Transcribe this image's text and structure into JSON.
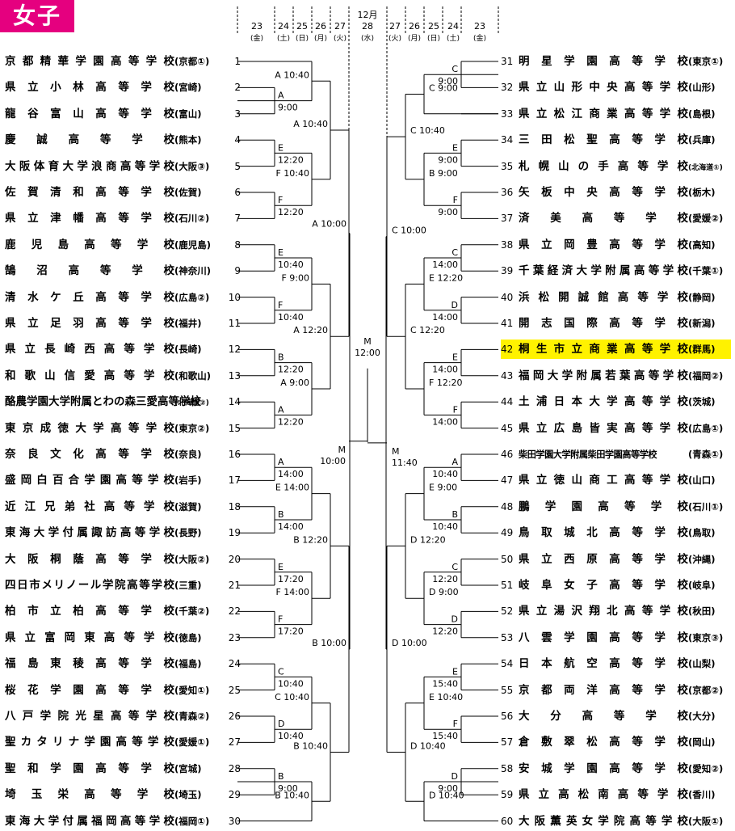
{
  "badge": "女子",
  "month_label": "12月",
  "dates": [
    {
      "d": "23",
      "w": "(金)"
    },
    {
      "d": "24",
      "w": "(土)"
    },
    {
      "d": "25",
      "w": "(日)"
    },
    {
      "d": "26",
      "w": "(月)"
    },
    {
      "d": "27",
      "w": "(火)"
    },
    {
      "d": "28",
      "w": "(水)"
    },
    {
      "d": "27",
      "w": "(火)"
    },
    {
      "d": "26",
      "w": "(月)"
    },
    {
      "d": "25",
      "w": "(日)"
    },
    {
      "d": "24",
      "w": "(土)"
    },
    {
      "d": "23",
      "w": "(金)"
    }
  ],
  "left_teams": [
    {
      "num": "1",
      "name": "京都精華学園高等学校",
      "pref": "(京都①)"
    },
    {
      "num": "2",
      "name": "県立小林高等学校",
      "pref": "(宮崎)"
    },
    {
      "num": "3",
      "name": "龍谷富山高等学校",
      "pref": "(富山)"
    },
    {
      "num": "4",
      "name": "慶誠高等学校",
      "pref": "(熊本)"
    },
    {
      "num": "5",
      "name": "大阪体育大学浪商高等学校",
      "pref": "(大阪③)"
    },
    {
      "num": "6",
      "name": "佐賀清和高等学校",
      "pref": "(佐賀)"
    },
    {
      "num": "7",
      "name": "県立津幡高等学校",
      "pref": "(石川②)"
    },
    {
      "num": "8",
      "name": "鹿児島高等学校",
      "pref": "(鹿児島)"
    },
    {
      "num": "9",
      "name": "鵠沼高等学校",
      "pref": "(神奈川)"
    },
    {
      "num": "10",
      "name": "清水ケ丘高等学校",
      "pref": "(広島②)"
    },
    {
      "num": "11",
      "name": "県立足羽高等学校",
      "pref": "(福井)"
    },
    {
      "num": "12",
      "name": "県立長崎西高等学校",
      "pref": "(長崎)"
    },
    {
      "num": "13",
      "name": "和歌山信愛高等学校",
      "pref": "(和歌山)"
    },
    {
      "num": "14",
      "name": "酪農学園大学附属とわの森三愛高等学校",
      "pref": "(北海道②)"
    },
    {
      "num": "15",
      "name": "東京成徳大学高等学校",
      "pref": "(東京②)"
    },
    {
      "num": "16",
      "name": "奈良文化高等学校",
      "pref": "(奈良)"
    },
    {
      "num": "17",
      "name": "盛岡白百合学園高等学校",
      "pref": "(岩手)"
    },
    {
      "num": "18",
      "name": "近江兄弟社高等学校",
      "pref": "(滋賀)"
    },
    {
      "num": "19",
      "name": "東海大学付属諏訪高等学校",
      "pref": "(長野)"
    },
    {
      "num": "20",
      "name": "大阪桐蔭高等学校",
      "pref": "(大阪②)"
    },
    {
      "num": "21",
      "name": "四日市メリノール学院高等学校",
      "pref": "(三重)"
    },
    {
      "num": "22",
      "name": "柏市立柏高等学校",
      "pref": "(千葉②)"
    },
    {
      "num": "23",
      "name": "県立富岡東高等学校",
      "pref": "(徳島)"
    },
    {
      "num": "24",
      "name": "福島東稜高等学校",
      "pref": "(福島)"
    },
    {
      "num": "25",
      "name": "桜花学園高等学校",
      "pref": "(愛知①)"
    },
    {
      "num": "26",
      "name": "八戸学院光星高等学校",
      "pref": "(青森②)"
    },
    {
      "num": "27",
      "name": "聖カタリナ学園高等学校",
      "pref": "(愛媛①)"
    },
    {
      "num": "28",
      "name": "聖和学園高等学校",
      "pref": "(宮城)"
    },
    {
      "num": "29",
      "name": "埼玉栄高等学校",
      "pref": "(埼玉)"
    },
    {
      "num": "30",
      "name": "東海大学付属福岡高等学校",
      "pref": "(福岡①)"
    }
  ],
  "right_teams": [
    {
      "num": "31",
      "name": "明星学園高等学校",
      "pref": "(東京①)"
    },
    {
      "num": "32",
      "name": "県立山形中央高等学校",
      "pref": "(山形)"
    },
    {
      "num": "33",
      "name": "県立松江商業高等学校",
      "pref": "(島根)"
    },
    {
      "num": "34",
      "name": "三田松聖高等学校",
      "pref": "(兵庫)"
    },
    {
      "num": "35",
      "name": "札幌山の手高等学校",
      "pref": "(北海道①)"
    },
    {
      "num": "36",
      "name": "矢板中央高等学校",
      "pref": "(栃木)"
    },
    {
      "num": "37",
      "name": "済美高等学校",
      "pref": "(愛媛②)"
    },
    {
      "num": "38",
      "name": "県立岡豊高等学校",
      "pref": "(高知)"
    },
    {
      "num": "39",
      "name": "千葉経済大学附属高等学校",
      "pref": "(千葉①)"
    },
    {
      "num": "40",
      "name": "浜松開誠館高等学校",
      "pref": "(静岡)"
    },
    {
      "num": "41",
      "name": "開志国際高等学校",
      "pref": "(新潟)"
    },
    {
      "num": "42",
      "name": "桐生市立商業高等学校",
      "pref": "(群馬)"
    },
    {
      "num": "43",
      "name": "福岡大学附属若葉高等学校",
      "pref": "(福岡②)"
    },
    {
      "num": "44",
      "name": "土浦日本大学高等学校",
      "pref": "(茨城)"
    },
    {
      "num": "45",
      "name": "県立広島皆実高等学校",
      "pref": "(広島①)"
    },
    {
      "num": "46",
      "name": "柴田学園大学附属柴田学園高等学校",
      "pref": "(青森①)"
    },
    {
      "num": "47",
      "name": "県立徳山商工高等学校",
      "pref": "(山口)"
    },
    {
      "num": "48",
      "name": "鵬学園高等学校",
      "pref": "(石川①)"
    },
    {
      "num": "49",
      "name": "鳥取城北高等学校",
      "pref": "(鳥取)"
    },
    {
      "num": "50",
      "name": "県立西原高等学校",
      "pref": "(沖縄)"
    },
    {
      "num": "51",
      "name": "岐阜女子高等学校",
      "pref": "(岐阜)"
    },
    {
      "num": "52",
      "name": "県立湯沢翔北高等学校",
      "pref": "(秋田)"
    },
    {
      "num": "53",
      "name": "八雲学園高等学校",
      "pref": "(東京③)"
    },
    {
      "num": "54",
      "name": "日本航空高等学校",
      "pref": "(山梨)"
    },
    {
      "num": "55",
      "name": "京都両洋高等学校",
      "pref": "(京都②)"
    },
    {
      "num": "56",
      "name": "大分高等学校",
      "pref": "(大分)"
    },
    {
      "num": "57",
      "name": "倉敷翠松高等学校",
      "pref": "(岡山)"
    },
    {
      "num": "58",
      "name": "安城学園高等学校",
      "pref": "(愛知②)"
    },
    {
      "num": "59",
      "name": "県立高松南高等学校",
      "pref": "(香川)"
    },
    {
      "num": "60",
      "name": "大阪薫英女学院高等学校",
      "pref": "(大阪①)"
    }
  ],
  "highlight_team": "42",
  "left_r1": [
    {
      "court": "A",
      "time": "9:00"
    },
    {
      "court": "E",
      "time": "12:20"
    },
    {
      "court": "F",
      "time": "12:20"
    },
    {
      "court": "E",
      "time": "10:40"
    },
    {
      "court": "F",
      "time": "10:40"
    },
    {
      "court": "B",
      "time": "12:20"
    },
    {
      "court": "A",
      "time": "12:20"
    },
    {
      "court": "A",
      "time": "14:00"
    },
    {
      "court": "B",
      "time": "14:00"
    },
    {
      "court": "E",
      "time": "17:20"
    },
    {
      "court": "F",
      "time": "17:20"
    },
    {
      "court": "C",
      "time": "10:40"
    },
    {
      "court": "D",
      "time": "10:40"
    },
    {
      "court": "B",
      "time": "9:00"
    }
  ],
  "left_r2": [
    {
      "court": "A",
      "time": "10:40"
    },
    {
      "court": "F",
      "time": "10:40"
    },
    {
      "court": "F",
      "time": "9:00"
    },
    {
      "court": "A",
      "time": "9:00"
    },
    {
      "court": "E",
      "time": "14:00"
    },
    {
      "court": "F",
      "time": "14:00"
    },
    {
      "court": "C",
      "time": "10:40"
    },
    {
      "court": "B",
      "time": "10:40"
    }
  ],
  "left_r3": [
    {
      "court": "A",
      "time": "10:40"
    },
    {
      "court": "A",
      "time": "12:20"
    },
    {
      "court": "B",
      "time": "12:20"
    },
    {
      "court": "B",
      "time": "10:40"
    }
  ],
  "left_r4": [
    {
      "court": "A",
      "time": "10:00"
    },
    {
      "court": "B",
      "time": "10:00"
    }
  ],
  "left_semi": {
    "court": "M",
    "time": "10:00"
  },
  "final": {
    "court": "M",
    "time": "12:00"
  },
  "right_semi": {
    "court": "M",
    "time": "11:40"
  },
  "right_r4": [
    {
      "court": "C",
      "time": "10:00"
    },
    {
      "court": "D",
      "time": "10:00"
    }
  ],
  "right_r3": [
    {
      "court": "C",
      "time": "10:40"
    },
    {
      "court": "C",
      "time": "12:20"
    },
    {
      "court": "D",
      "time": "12:20"
    },
    {
      "court": "D",
      "time": "10:40"
    }
  ],
  "right_r2": [
    {
      "court": "C",
      "time": "9:00"
    },
    {
      "court": "B",
      "time": "9:00"
    },
    {
      "court": "E",
      "time": "12:20"
    },
    {
      "court": "F",
      "time": "12:20"
    },
    {
      "court": "E",
      "time": "9:00"
    },
    {
      "court": "D",
      "time": "9:00"
    },
    {
      "court": "E",
      "time": "10:40"
    },
    {
      "court": "D",
      "time": "10:40"
    }
  ],
  "right_r1": [
    {
      "court": "C",
      "time": "9:00"
    },
    {
      "court": "E",
      "time": "9:00"
    },
    {
      "court": "F",
      "time": "9:00"
    },
    {
      "court": "C",
      "time": "14:00"
    },
    {
      "court": "D",
      "time": "14:00"
    },
    {
      "court": "E",
      "time": "14:00"
    },
    {
      "court": "F",
      "time": "14:00"
    },
    {
      "court": "A",
      "time": "10:40"
    },
    {
      "court": "B",
      "time": "10:40"
    },
    {
      "court": "C",
      "time": "12:20"
    },
    {
      "court": "D",
      "time": "12:20"
    },
    {
      "court": "E",
      "time": "15:40"
    },
    {
      "court": "F",
      "time": "15:40"
    },
    {
      "court": "D",
      "time": "9:00"
    }
  ]
}
